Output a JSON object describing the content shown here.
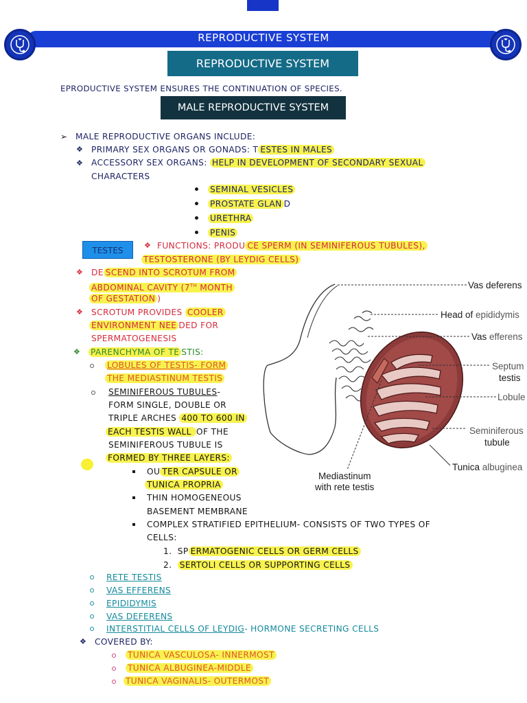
{
  "header": {
    "banner_title": "REPRODUCTIVE SYSTEM",
    "title": "REPRODUCTIVE SYSTEM",
    "intro": "EPRODUCTIVE SYSTEM ENSURES THE CONTINUATION OF SPECIES.",
    "section_title": "MALE REPRODUCTIVE SYSTEM",
    "badge_icon": "stethoscope-icon"
  },
  "organs": {
    "heading": "MALE REPRODUCTIVE ORGANS INCLUDE:",
    "primary_a": "PRIMARY SEX ORGANS OR GONADS: T",
    "primary_b": "ESTES IN MALES",
    "accessory_a": "ACCESSORY SEX ORGANS: ",
    "accessory_b": "HELP IN DEVELOPMENT OF SECONDARY SEXUAL",
    "accessory_c": "CHARACTERS",
    "list": [
      "SEMINAL VESICLES",
      "PROSTATE GLAN",
      "URETHRA",
      "PENIS"
    ],
    "list_tail": "D"
  },
  "testes": {
    "label": "TESTES",
    "functions_a": "FUNCTIONS: PRODU",
    "functions_b": "CE SPERM (IN SEMINIFEROUS TUBULES),",
    "functions_c": "TESTOSTERONE (BY LEYDIG CELLS)",
    "descend_a": "DE",
    "descend_b": "SCEND INTO SCROTUM FROM",
    "descend_c": "ABDOMINAL CAVITY (7",
    "descend_sup": "TH",
    "descend_d": " MONTH",
    "descend_e": "OF GESTATION",
    "descend_f": ")",
    "scrotum_a": "SCROTUM PROVIDES ",
    "scrotum_b": "COOLER",
    "scrotum_c": "ENVIRONMENT NEE",
    "scrotum_d": "DED FOR",
    "scrotum_e": "SPERMATOGENESIS"
  },
  "parenchyma": {
    "heading_a": "PARENCHYMA OF TE",
    "heading_b": "STIS:",
    "lobules_a": "LOBULES OF TESTIS- FORM",
    "lobules_b": "THE MEDIASTINUM TESTIS",
    "tubules_a": "SEMINIFEROUS TUBULES",
    "tubules_a2": "-",
    "tubules_b": "FORM SINGLE, DOUBLE OR",
    "tubules_c": "TRIPLE ARCHES ",
    "tubules_d": "400 TO 600 IN",
    "tubules_e": "EACH TESTIS WALL ",
    "tubules_f": "OF THE",
    "tubules_g": "SEMINIFEROUS TUBULE IS",
    "tubules_h": "FORMED BY THREE LAYERS:",
    "layer1_a": "OU",
    "layer1_b": "TER CAPSULE OR",
    "layer1_c": "TUNICA PROPRIA",
    "layer2_a": "THIN HOMOGENEOUS",
    "layer2_b": "BASEMENT MEMBRANE",
    "layer3_a": "COMPLEX STRATIFIED EPITHELIUM- CONSISTS OF TWO TYPES OF",
    "layer3_b": "CELLS:",
    "cell_types": [
      {
        "num": "1.",
        "a": "SP",
        "b": "ERMATOGENIC CELLS OR GERM CELLS"
      },
      {
        "num": "2.",
        "a": "",
        "b": "SERTOLI CELLS OR SUPPORTING CELLS"
      }
    ],
    "more": [
      "RETE TESTIS",
      "VAS EFFERENS",
      "EPIDIDYMIS",
      "VAS DEFERENS"
    ],
    "leydig": "INTERSTITIAL CELLS OF LEYDIG",
    "leydig_tail": "- HORMONE SECRETING CELLS"
  },
  "covered": {
    "heading": "COVERED BY:",
    "items": [
      "TUNICA VASCULOSA- INNERMOST",
      "TUNICA ALBUGINEA-MIDDLE",
      "TUNICA VAGINALIS- OUTERMOST"
    ]
  },
  "diagram": {
    "vas_deferens": "Vas deferens",
    "head_a": "Head of ",
    "head_b": "epididymis",
    "vas_efferens_a": "Vas ",
    "vas_efferens_b": "efferens",
    "septum_a": "Septum",
    "septum_b": "testis",
    "lobule": "Lobule",
    "sem_a": "Seminiferous",
    "sem_b": "tubule",
    "tunica_a": "Tunica ",
    "tunica_b": "albuginea",
    "med_a": "Mediastinum",
    "med_b": "with rete testis"
  },
  "colors": {
    "banner": "#1a3fd4",
    "title_box": "#146b87",
    "section_box": "#13323f",
    "highlight": "#f6ee1e",
    "testes_box": "#1e90ea",
    "testis_fill": "#8c3a3a"
  }
}
